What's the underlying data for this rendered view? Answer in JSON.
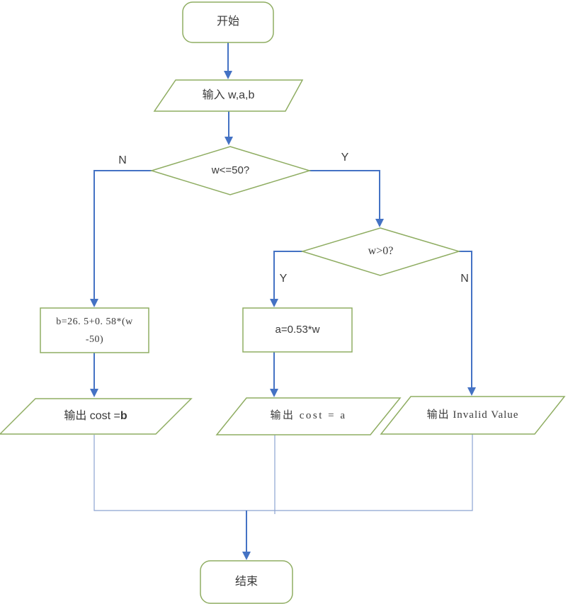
{
  "diagram": {
    "type": "flowchart",
    "nodes": {
      "start": {
        "label": "开始",
        "shape": "rounded-rectangle"
      },
      "input": {
        "label": "输入 w,a,b",
        "shape": "parallelogram"
      },
      "decision_w50": {
        "label": "w<=50?",
        "shape": "diamond",
        "no_label": "N",
        "yes_label": "Y"
      },
      "decision_w0": {
        "label": "w>0?",
        "shape": "diamond",
        "yes_label": "Y",
        "no_label": "N"
      },
      "process_b": {
        "label": "b=26. 5+0. 58*(w\n-50)",
        "shape": "rectangle"
      },
      "process_a": {
        "label": "a=0.53*w",
        "shape": "rectangle"
      },
      "output_b": {
        "label_prefix": "输出 cost = ",
        "label_bold": "b",
        "shape": "parallelogram"
      },
      "output_a": {
        "label": "输出 cost = a",
        "shape": "parallelogram"
      },
      "output_invalid": {
        "label": "输出 Invalid Value",
        "shape": "parallelogram"
      },
      "end": {
        "label": "结束",
        "shape": "rounded-rectangle"
      }
    },
    "colors": {
      "shape_border": "#8fad62",
      "connector_blue": "#4472c4",
      "collector_line": "#8ca3d1",
      "text": "#3a3a3a"
    }
  }
}
